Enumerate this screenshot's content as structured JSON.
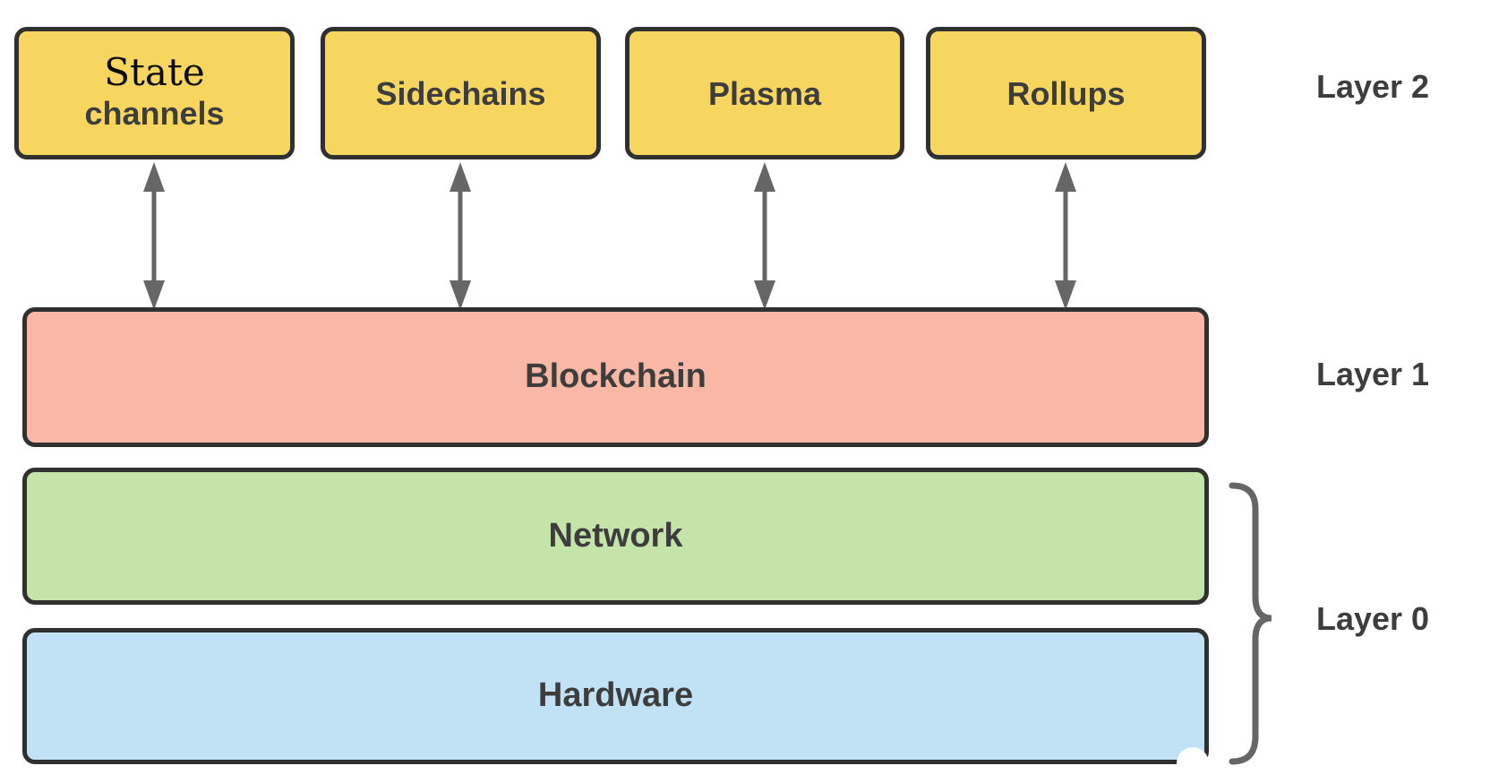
{
  "diagram": {
    "layer2_label": "Layer 2",
    "layer1_label": "Layer 1",
    "layer0_label": "Layer 0",
    "layer2_boxes": {
      "state_channels_line1": "State",
      "state_channels_line2": "channels",
      "sidechains": "Sidechains",
      "plasma": "Plasma",
      "rollups": "Rollups"
    },
    "layer1_box": "Blockchain",
    "layer0_boxes": {
      "network": "Network",
      "hardware": "Hardware"
    }
  },
  "colors": {
    "box_yellow": "#F7D660",
    "box_pink": "#F9B8A5",
    "box_green": "#C5E4A9",
    "box_blue": "#C1E2F5",
    "stroke_dark": "#303030",
    "arrow_gray": "#666666",
    "text_dark": "#3D3D3D",
    "canvas_bg": "#FFFFFF"
  }
}
